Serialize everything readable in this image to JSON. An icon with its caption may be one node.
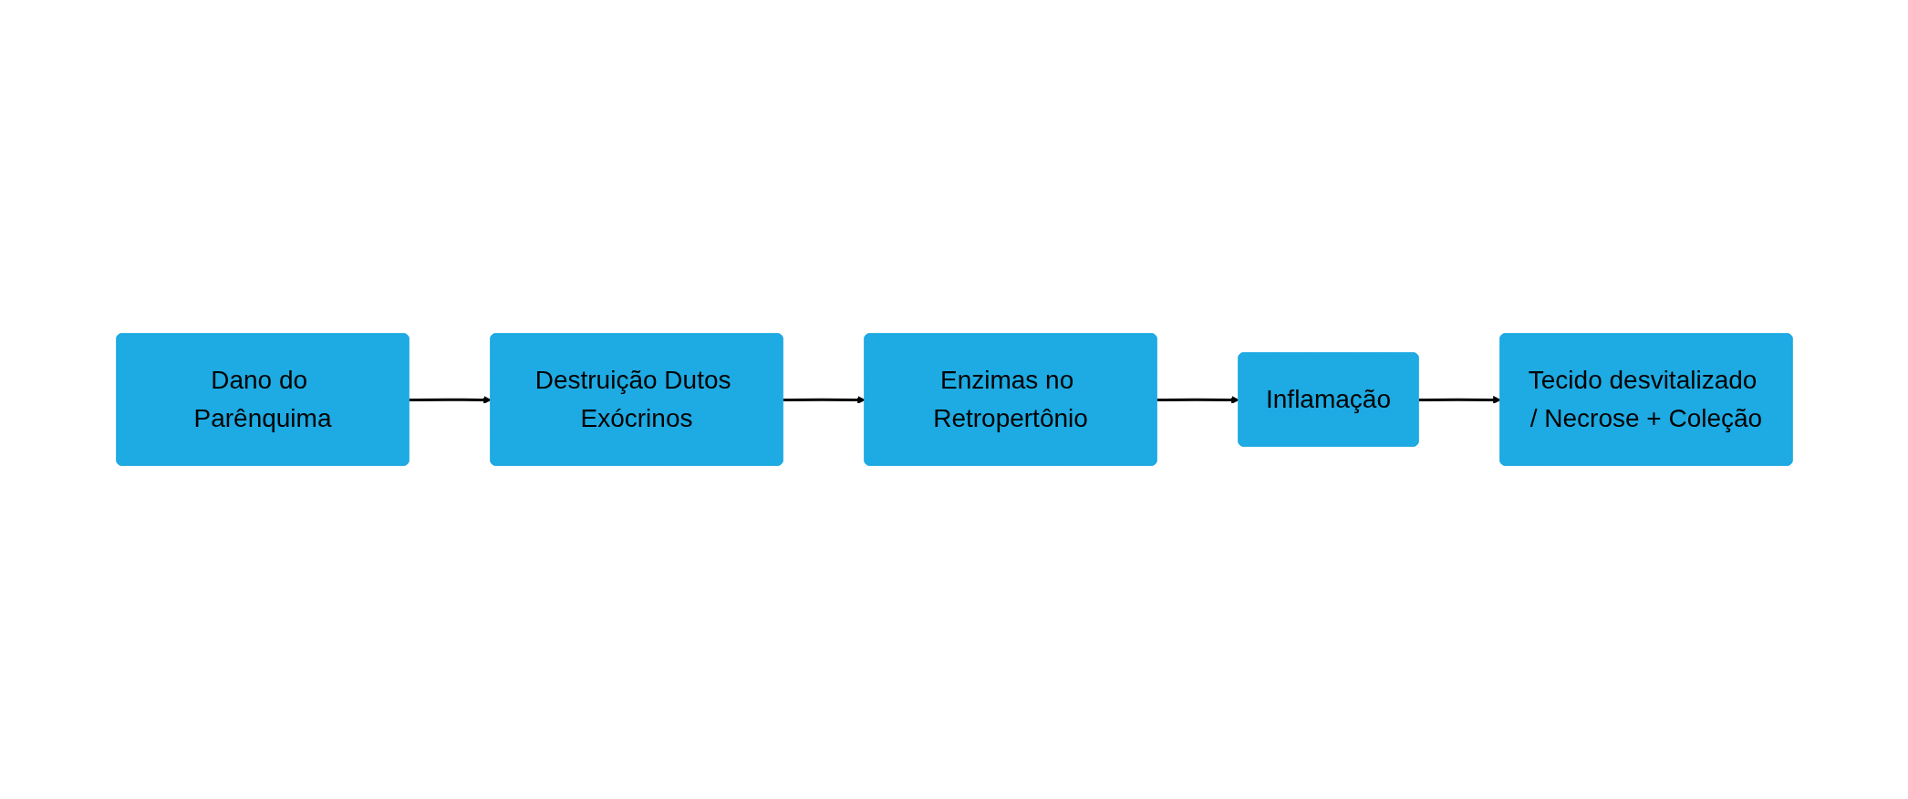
{
  "diagram": {
    "nodes": [
      {
        "text": [
          "Dano do Parênquima"
        ]
      },
      {
        "text": [
          "Destruição Dutos Exócrinos"
        ]
      },
      {
        "text": [
          "Enzimas no Retropertônio"
        ]
      },
      {
        "text": [
          "Inflamação"
        ]
      },
      {
        "text": [
          "Tecido desvitalizado / Necrose + Coleção"
        ]
      }
    ],
    "edges": [
      {
        "from": 0,
        "to": 1,
        "arrow": "to"
      },
      {
        "from": 1,
        "to": 2,
        "arrow": "to"
      },
      {
        "from": 2,
        "to": 3,
        "arrow": "to"
      },
      {
        "from": 3,
        "to": 4,
        "arrow": "to"
      }
    ]
  }
}
